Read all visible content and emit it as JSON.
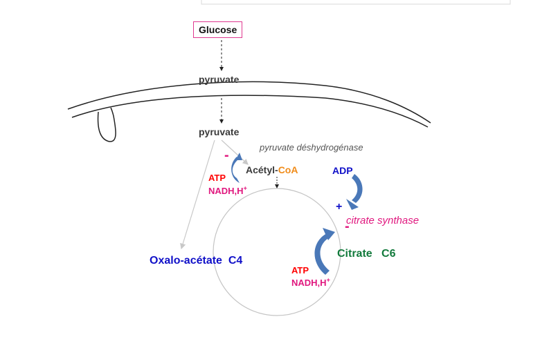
{
  "colors": {
    "text_dark": "#3a3a3a",
    "red": "#ff0000",
    "magenta": "#e0177e",
    "blue": "#1010c8",
    "green": "#127a3c",
    "orange": "#f08c1a",
    "arrow_blue": "#4a78b8",
    "gray_line": "#c8c8c8",
    "box_border": "#e0388f"
  },
  "labels": {
    "glucose": "Glucose",
    "pyruvate_cytosol": "pyruvate",
    "pyruvate_matrix": "pyruvate",
    "pdh_enzyme": "pyruvate déshydrogénase",
    "acetyl": "Acétyl-",
    "coa": "CoA",
    "pdh_minus": "-",
    "pdh_atp": "ATP",
    "pdh_nadh": "NADH,H",
    "pdh_nadh_sup": "+",
    "adp": "ADP",
    "adp_plus": "+",
    "cs_enzyme": "citrate synthase",
    "cs_minus": "-",
    "citrate": "Citrate",
    "citrate_carbons": "C6",
    "oxalo": "Oxalo-acétate",
    "oxalo_carbons": "C4",
    "cs_atp": "ATP",
    "cs_nadh": "NADH,H",
    "cs_nadh_sup": "+"
  }
}
